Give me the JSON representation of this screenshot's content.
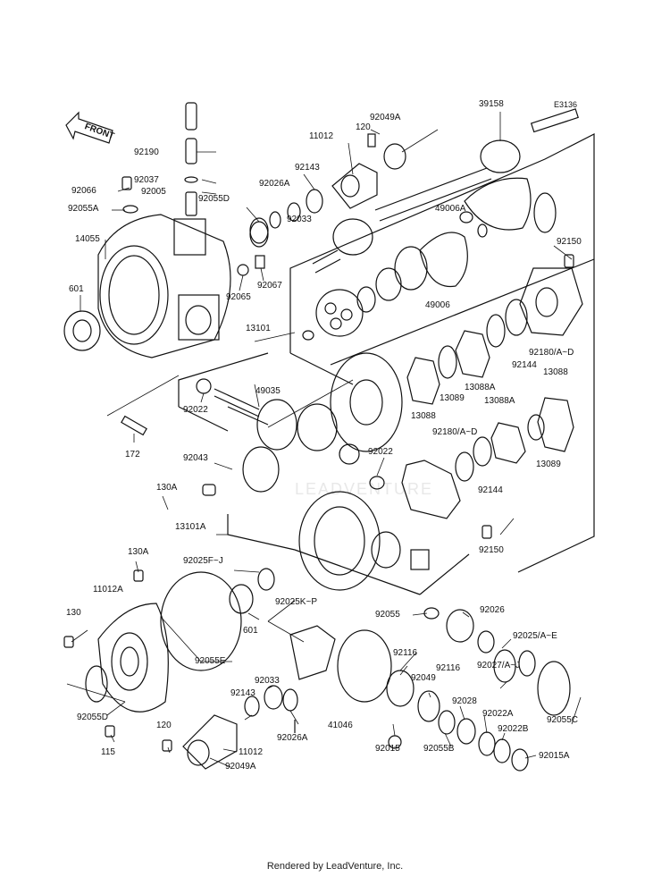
{
  "diagram": {
    "code": "E3136",
    "front_label": "FRONT",
    "watermark": "LEADVENTURE",
    "footer": "Rendered by LeadVenture, Inc.",
    "labels": {
      "p39158": "39158",
      "p92049A_top": "92049A",
      "p11012_top": "11012",
      "p120_top": "120",
      "p92143_top": "92143",
      "p92190": "92190",
      "p92037": "92037",
      "p92066": "92066",
      "p92005": "92005",
      "p92055A": "92055A",
      "p92055D_top": "92055D",
      "p92026A_top": "92026A",
      "p92033_top": "92033",
      "p49006A": "49006A",
      "p49006": "49006",
      "p92150_top": "92150",
      "p14055": "14055",
      "p601_top": "601",
      "p92065": "92065",
      "p92067": "92067",
      "p13101": "13101",
      "p49035": "49035",
      "p92022_left": "92022",
      "p92144_top": "92144",
      "p92180_top": "92180/A~D",
      "p13088_top": "13088",
      "p13088A_top": "13088A",
      "p13089_top": "13089",
      "p13088_mid": "13088",
      "p13088A_right": "13088A",
      "p92180_mid": "92180/A~D",
      "p13089_right": "13089",
      "p172": "172",
      "p92043": "92043",
      "p92022_mid": "92022",
      "p92144_mid": "92144",
      "p130A_left": "130A",
      "p13101A": "13101A",
      "p92150_mid": "92150",
      "p130A_lower": "130A",
      "p92025FJ": "92025F~J",
      "p11012A": "11012A",
      "p92025KP": "92025K~P",
      "p130_left": "130",
      "p601_bottom": "601",
      "p92055_mid": "92055",
      "p92026_right": "92026",
      "p92025AE": "92025/A~E",
      "p92116_a": "92116",
      "p92116_b": "92116",
      "p92055E": "92055E",
      "p92033_bottom": "92033",
      "p92049": "92049",
      "p92027": "92027/A~J",
      "p92143_bottom": "92143",
      "p92028": "92028",
      "p92055D_bottom": "92055D",
      "p92026A_bottom": "92026A",
      "p41046": "41046",
      "p92022A": "92022A",
      "p92055C": "92055C",
      "p120_bottom": "120",
      "p115": "115",
      "p11012_bottom": "11012",
      "p92022B": "92022B",
      "p92015": "92015",
      "p92055B": "92055B",
      "p92049A_bottom": "92049A",
      "p92015A": "92015A"
    }
  }
}
